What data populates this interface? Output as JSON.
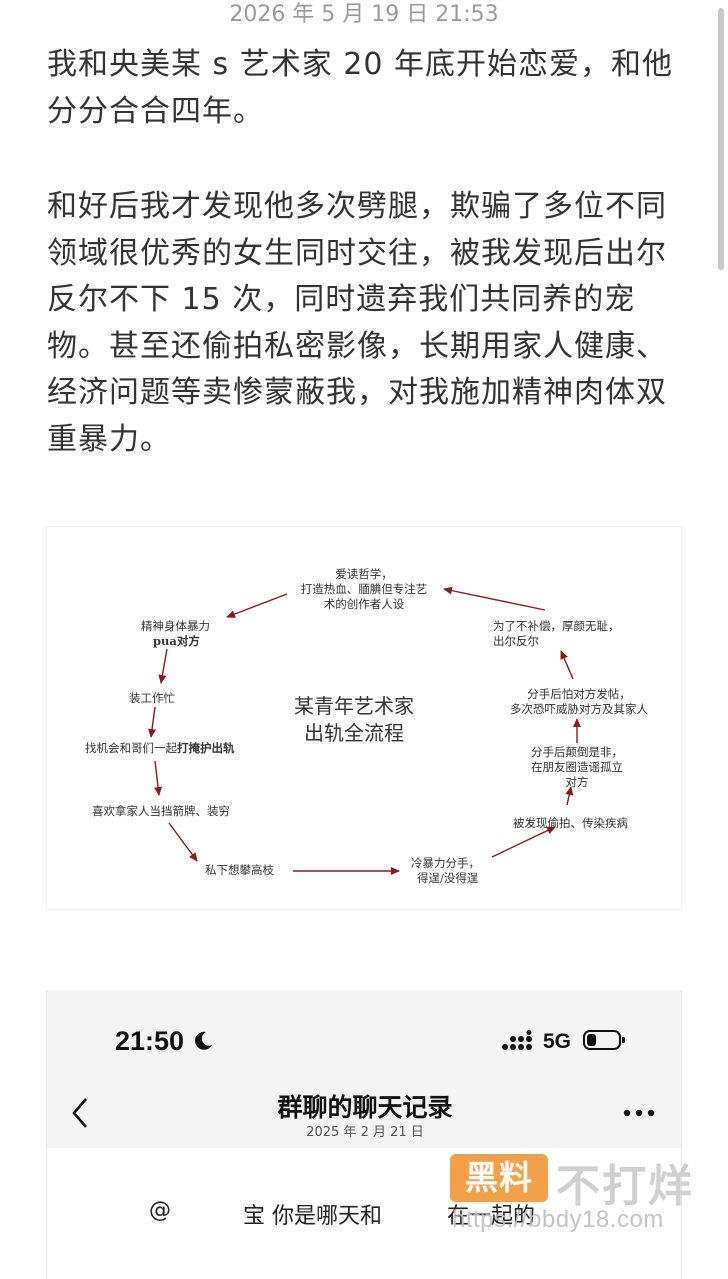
{
  "header": {
    "timestamp": "2026 年 5 月 19 日  21:53"
  },
  "post": {
    "paragraph1": "我和央美某 s 艺术家 20 年底开始恋爱，和他分分合合四年。",
    "paragraph2": "和好后我才发现他多次劈腿，欺骗了多位不同领域很优秀的女生同时交往，被我发现后出尔反尔不下 15 次，同时遗弃我们共同养的宠物。甚至还偷拍私密影像，长期用家人健康、经济问题等卖惨蒙蔽我，对我施加精神肉体双重暴力。"
  },
  "diagram": {
    "center_line1": "某青年艺术家",
    "center_line2": "出轨全流程",
    "top_line1": "爱读哲学，",
    "top_line2": "打造热血、腼腆但专注艺",
    "top_line3": "术的创作者人设",
    "abuse_line1": "精神身体暴力",
    "abuse_line2": "pua对方",
    "busy": "装工作忙",
    "cover_prefix": "找机会和哥们一起",
    "cover_bold": "打掩护出轨",
    "family": "喜欢拿家人当挡箭牌、装穷",
    "climb": "私下想攀高枝",
    "breakup_line1": "冷暴力分手，",
    "breakup_line2": "得逞/没得逞",
    "discovered": "被发现偷拍、传染疾病",
    "reverse_line1": "分手后颠倒是非，",
    "reverse_line2": "在朋友圈造谣孤立",
    "reverse_line3": "对方",
    "threat_line1": "分手后怕对方发帖，",
    "threat_line2": "多次恐吓威胁对方及其家人",
    "noreturn_line1": "为了不补偿，厚颜无耻，",
    "noreturn_line2": "出尔反尔",
    "arrow_color": "#8b1a1a"
  },
  "chat_screenshot": {
    "status_time": "21:50",
    "network": "5G",
    "title": "群聊的聊天记录",
    "date": "2025 年 2 月 21 日",
    "msg_at": "@",
    "msg_part1": "宝 你是哪天和",
    "msg_part2": "在一起的"
  },
  "watermark": {
    "logo": "黑料",
    "text": "不打烊",
    "url": "https://bbdy18.com",
    "color": "#f39a3a"
  }
}
